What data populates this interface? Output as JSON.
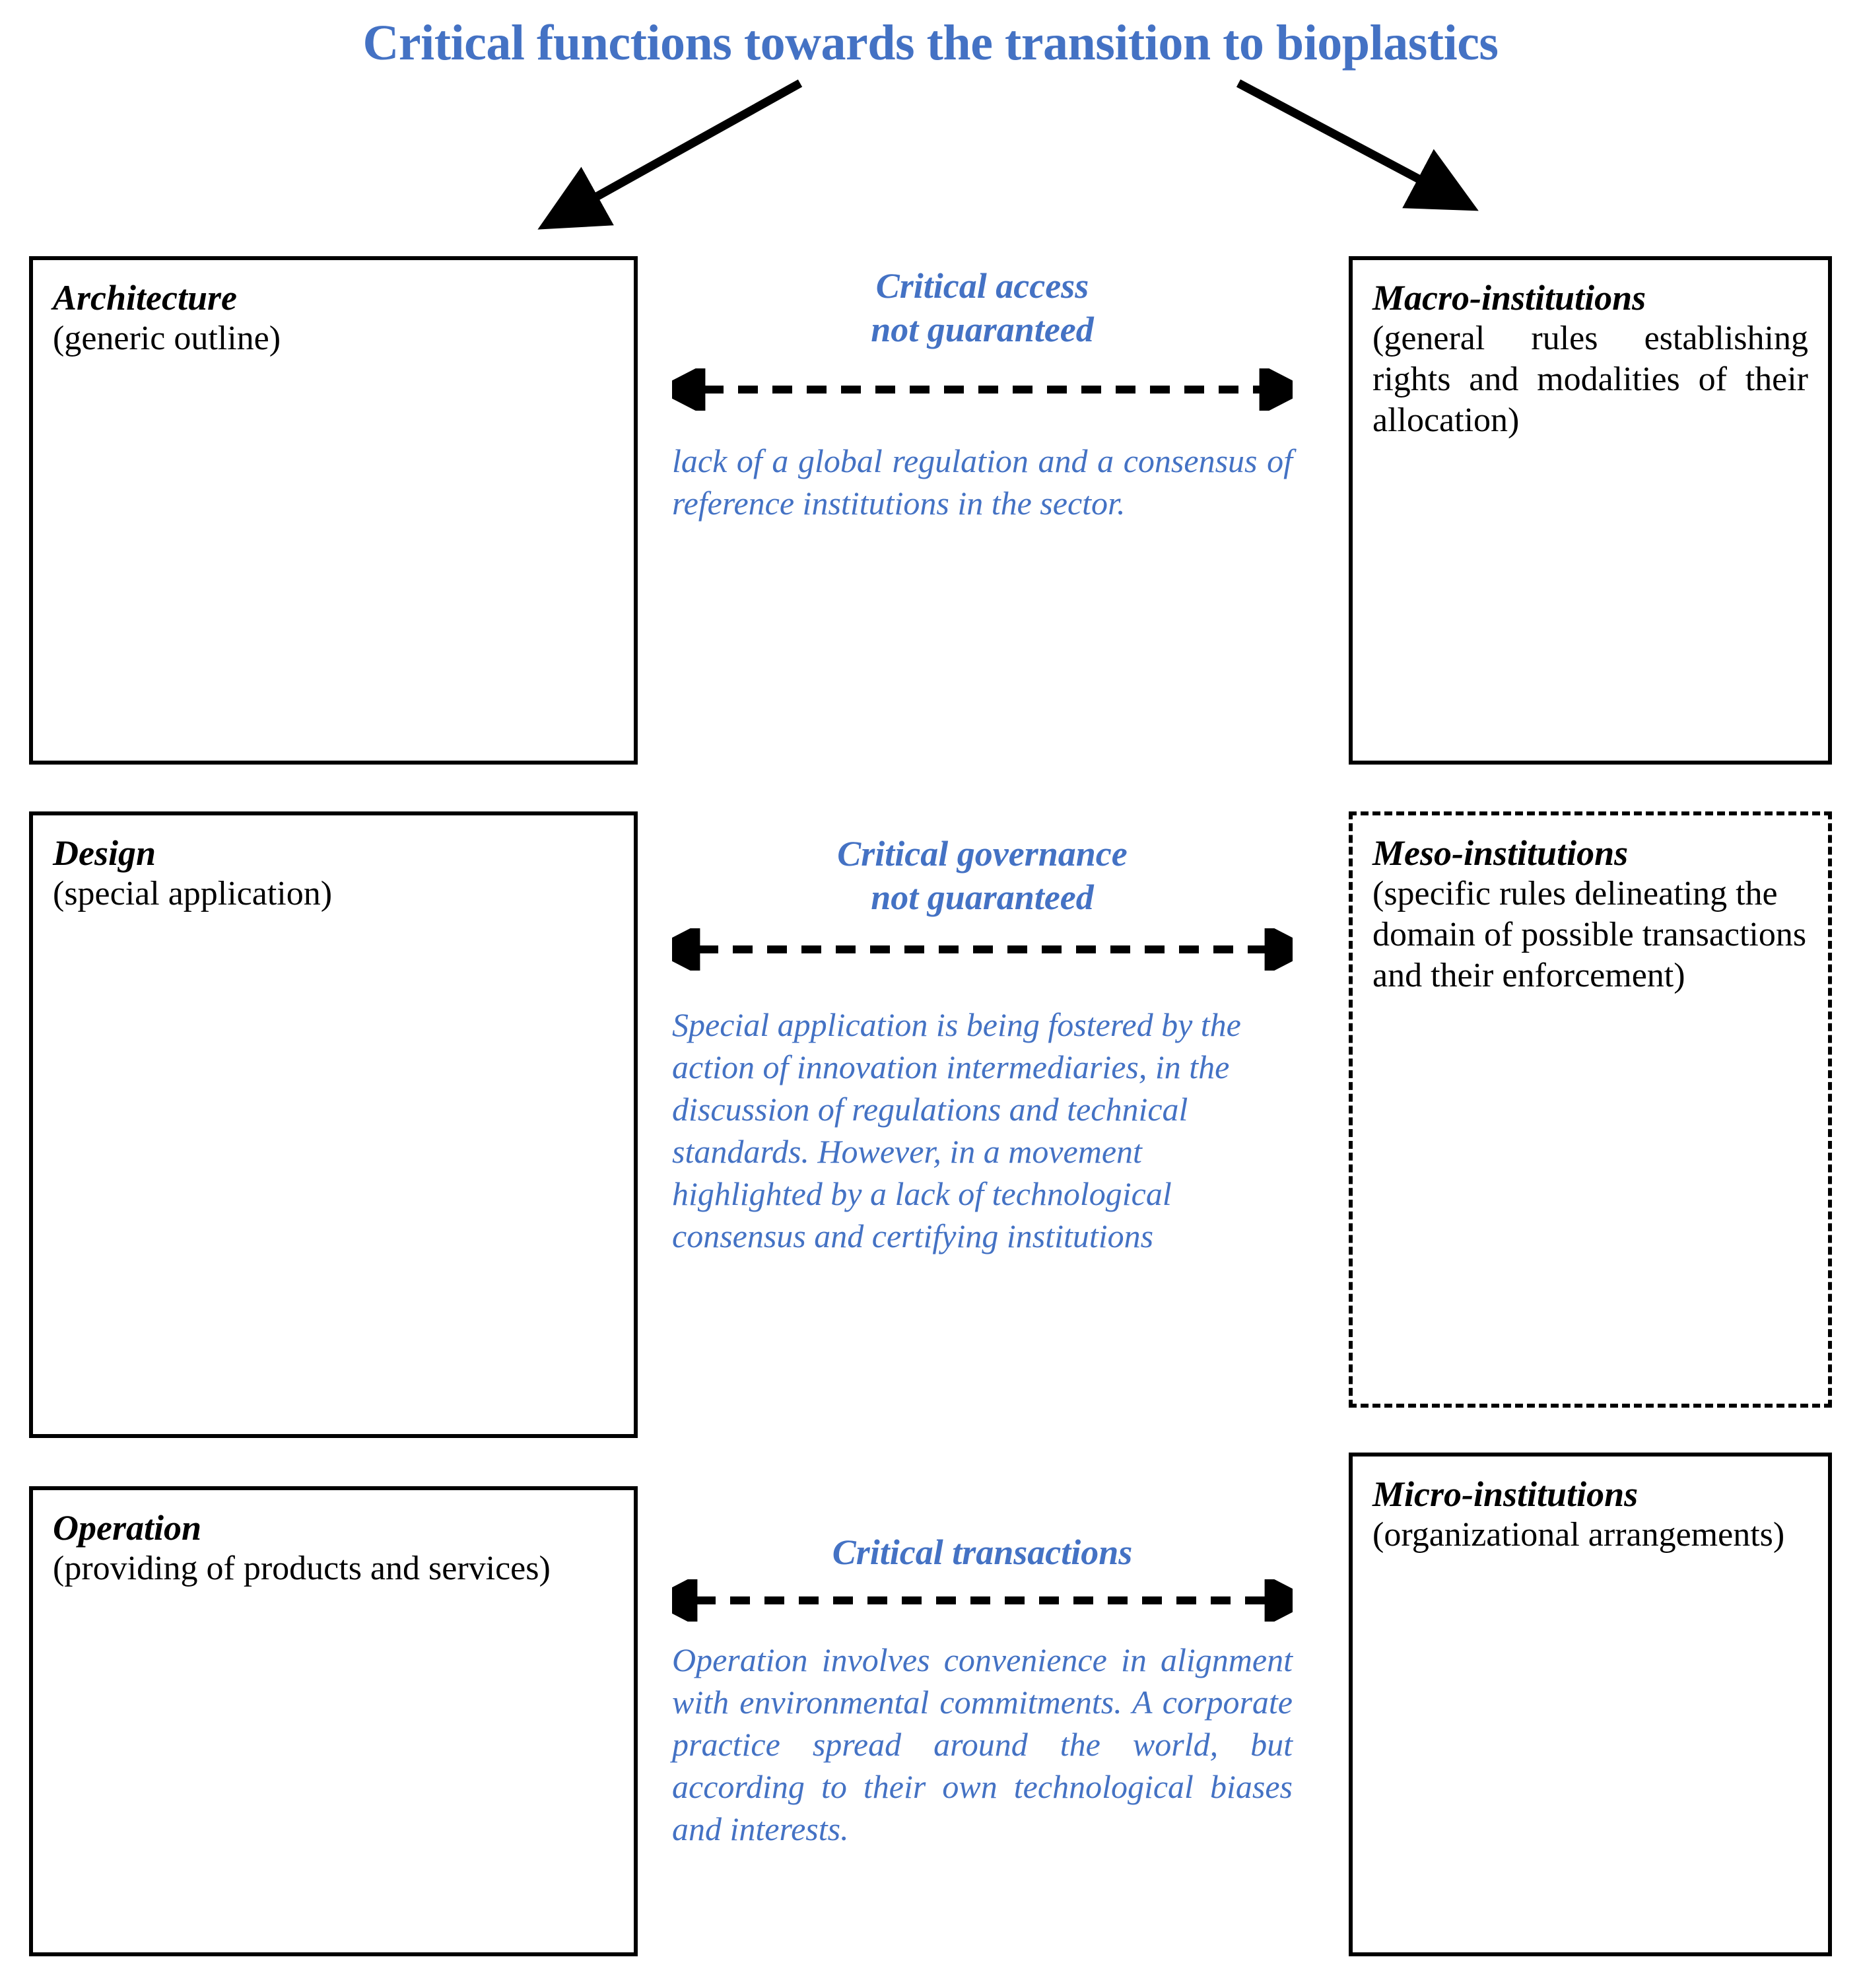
{
  "title": "Critical functions towards the transition to bioplastics",
  "colors": {
    "accent_blue": "#4472C4",
    "text_black": "#000000",
    "background": "#FFFFFF"
  },
  "left_column": [
    {
      "key": "architecture",
      "title": "Architecture",
      "subtitle": "(generic outline)"
    },
    {
      "key": "design",
      "title": "Design",
      "subtitle": "(special application)"
    },
    {
      "key": "operation",
      "title": "Operation",
      "subtitle": "(providing of products and services)"
    }
  ],
  "right_column": [
    {
      "key": "macro",
      "title": "Macro-institutions",
      "subtitle": "(general rules establishing rights and modalities of their allocation)",
      "border": "solid"
    },
    {
      "key": "meso",
      "title": "Meso-institutions",
      "subtitle": "(specific rules delineating the domain of possible transactions and their enforcement)",
      "border": "dashed"
    },
    {
      "key": "micro",
      "title": "Micro-institutions",
      "subtitle": "(organizational arrangements)",
      "border": "solid"
    }
  ],
  "middle_column": [
    {
      "key": "access",
      "heading": "Critical access\nnot guaranteed",
      "note": "lack of a global regulation and a consensus of reference institutions in the sector."
    },
    {
      "key": "governance",
      "heading": "Critical governance\nnot guaranteed",
      "note": "Special application is being fostered by the action of innovation intermediaries, in the discussion of regulations and technical standards. However, in a movement highlighted by a lack of technological consensus and certifying institutions"
    },
    {
      "key": "transactions",
      "heading": "Critical transactions",
      "note": "Operation involves convenience in alignment with environmental commitments. A corporate practice spread around the world, but according to their own technological biases and interests."
    }
  ]
}
